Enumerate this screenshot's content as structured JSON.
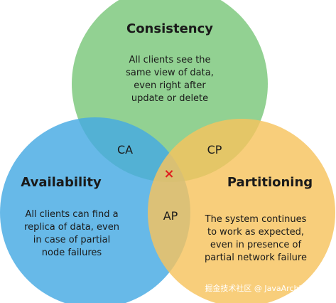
{
  "colors": {
    "consistency": "#7ac77a",
    "availability": "#46a9e3",
    "partitioning": "#f7c35e"
  },
  "sets": {
    "consistency": {
      "title": "Consistency",
      "desc": [
        "All clients see the",
        "same view of data,",
        "even right after",
        "update or delete"
      ]
    },
    "availability": {
      "title": "Availability",
      "desc": [
        "All clients can find a",
        "replica of data, even",
        "in case of partial",
        "node failures"
      ]
    },
    "partitioning": {
      "title": "Partitioning",
      "desc": [
        "The system continues",
        "to work as expected,",
        "even in presence of",
        "partial network failure"
      ]
    }
  },
  "intersections": {
    "ca": "CA",
    "cp": "CP",
    "ap": "AP",
    "center_mark": "×"
  },
  "watermark": "掘金技术社区 @ JavaArchJourney"
}
